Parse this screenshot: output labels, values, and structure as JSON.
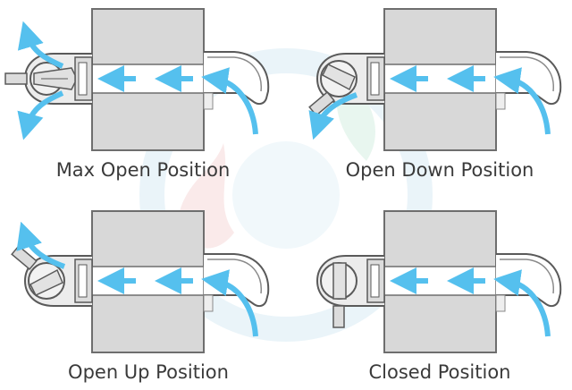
{
  "panels": [
    {
      "caption": "Max Open Position",
      "state": "max-open"
    },
    {
      "caption": "Open Down Position",
      "state": "open-down"
    },
    {
      "caption": "Open Up Position",
      "state": "open-up"
    },
    {
      "caption": "Closed Position",
      "state": "closed"
    }
  ],
  "colors": {
    "arrow": "#55c0ee",
    "wall": "#d8d8d8",
    "wall_stroke": "#6e6e6e",
    "duct": "#ffffff",
    "housing": "#e2e2e2",
    "outline": "#5a5a5a",
    "watermark": "#d9ecf5",
    "watermark_red": "#f6dada"
  }
}
